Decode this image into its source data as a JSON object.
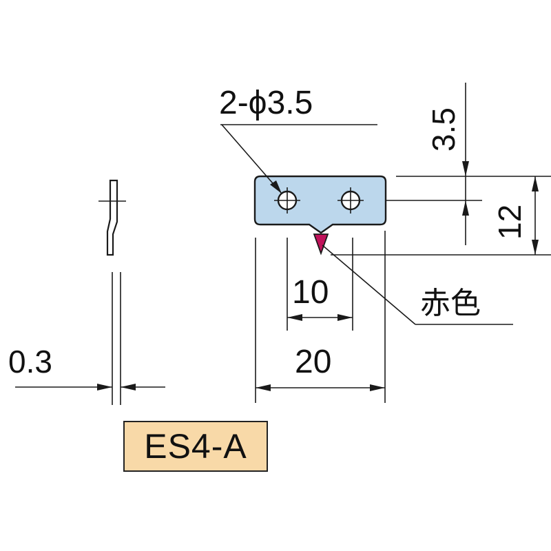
{
  "dimensions": {
    "hole_callout": "2-ϕ3.5",
    "top_offset": "3.5",
    "height": "12",
    "hole_pitch": "10",
    "width": "20",
    "thickness": "0.3"
  },
  "annotation": {
    "red_color_label": "赤色"
  },
  "model_label": "ES4-A",
  "colors": {
    "part_fill": "#bcd7ec",
    "tip_red": "#c0125a",
    "label_bg": "#f8d9a8"
  }
}
